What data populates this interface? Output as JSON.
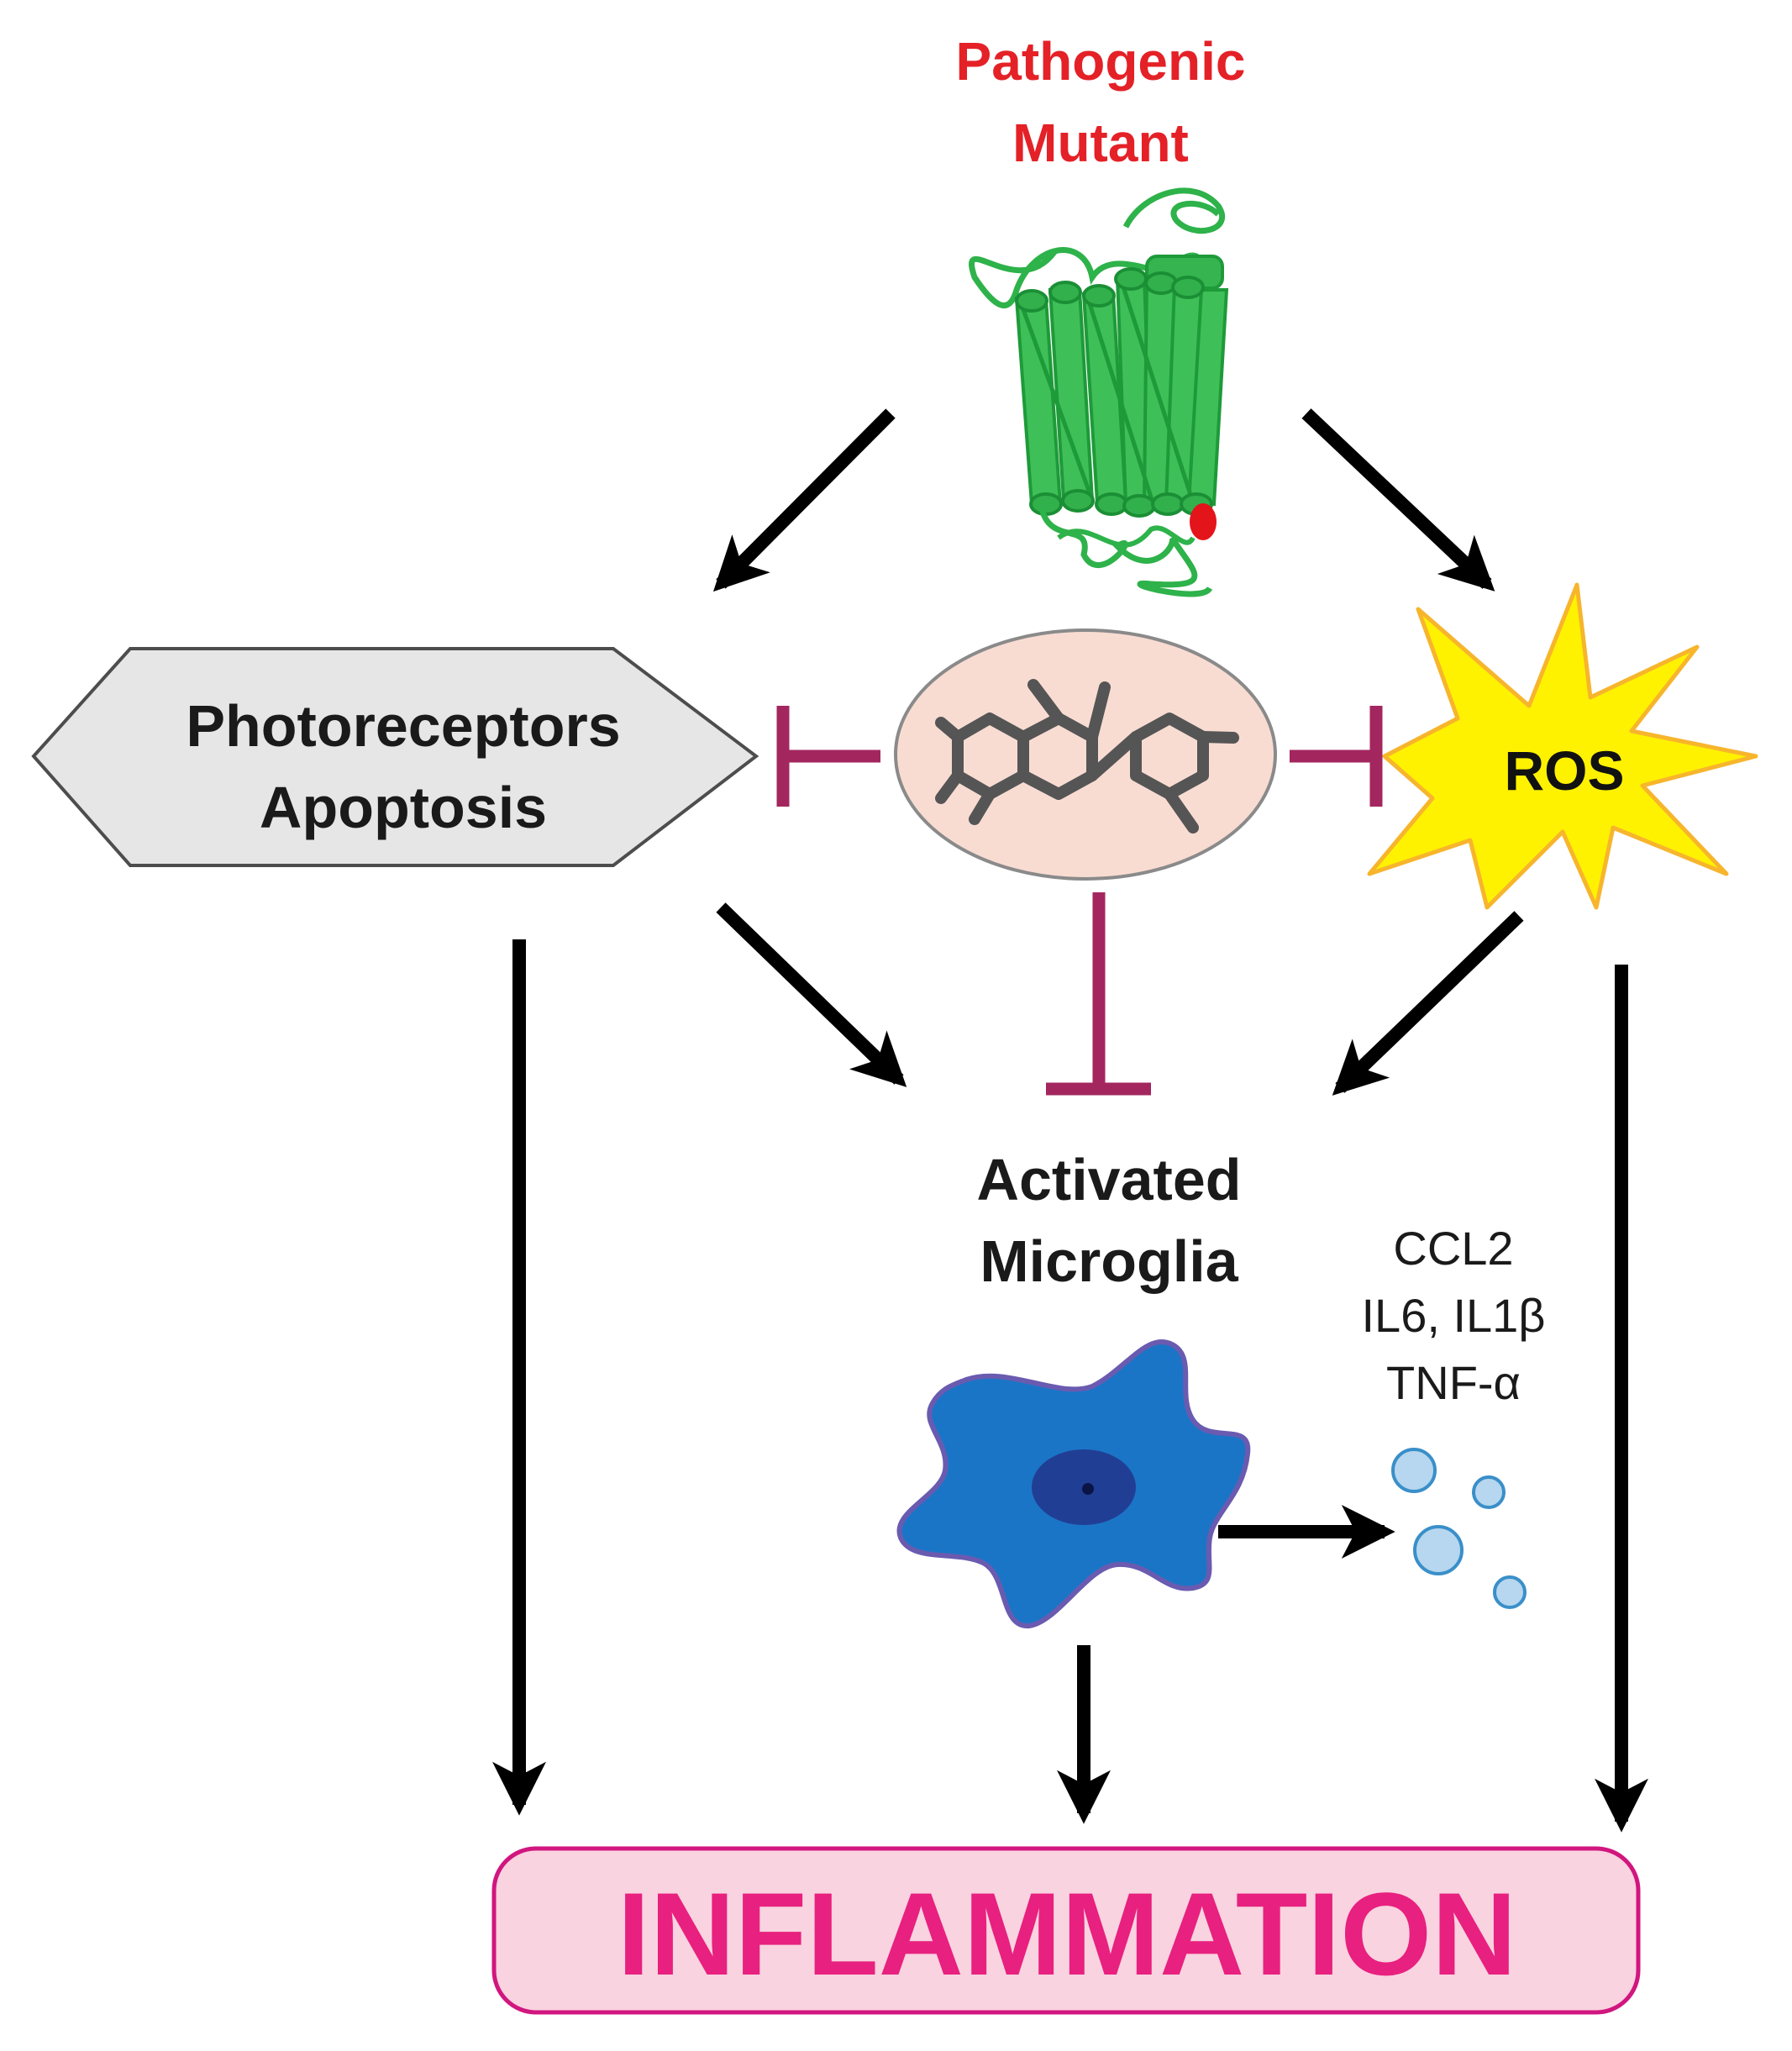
{
  "title": {
    "line1": "Pathogenic",
    "line2": "Mutant"
  },
  "apoptosis": {
    "line1": "Photoreceptors",
    "line2": "Apoptosis"
  },
  "ros": {
    "label": "ROS"
  },
  "microglia": {
    "line1": "Activated",
    "line2": "Microglia"
  },
  "cytokines": {
    "line1": "CCL2",
    "line2": "IL6, IL1β",
    "line3": "TNF-α"
  },
  "outcome": {
    "label": "INFLAMMATION"
  },
  "colors": {
    "title_red": "#e42127",
    "inhibitor_magenta": "#a3265f",
    "inflammation_text": "#e8207f",
    "inflammation_fill": "#f9d3df",
    "inflammation_border": "#d1167f",
    "ros_fill": "#fff200",
    "ros_border": "#f7b52c",
    "hexagon_fill": "#e6e6e7",
    "compound_fill": "#f8dcd2",
    "receptor_green": "#2eb24a",
    "microglia_blue": "#1b75c7",
    "cytokine_fill": "#b6d7ef"
  },
  "icons": {
    "receptor": "gpcr-receptor-icon",
    "compound": "chemical-structure-icon",
    "cell": "microglia-cell-icon",
    "cytokines": "cytokine-bubbles-icon"
  }
}
